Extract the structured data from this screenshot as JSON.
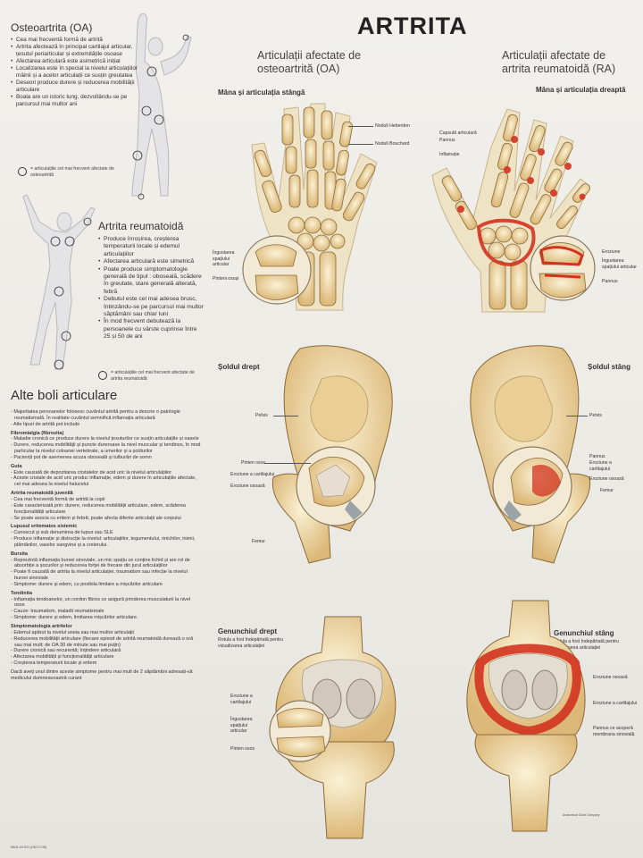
{
  "title": "ARTRITA",
  "oa": {
    "heading": "Osteoartrita (OA)",
    "bullets": [
      "Cea mai frecventă formă de artrită",
      "Artrita afectează în principal cartilajul articular, țesutul periarticular și extremitățile osoase",
      "Afectarea articulară este asimetrică inițial",
      "Localizarea este în special la nivelul articulațiilor mâinii și a acelor articulații ce susțin greutatea",
      "Deseori produce durere și reducerea mobilității articulare",
      "Boala are un istoric lung, dezvoltându-se pe parcursul mai multor ani"
    ],
    "legend": "= articulațiile cel mai frecvent afectate de osteoartrită"
  },
  "ra": {
    "heading": "Artrita reumatoidă",
    "bullets": [
      "Produce înroșirea, creșterea temperaturii locale și edemul articulațiilor",
      "Afectarea articulară este simetrică",
      "Poate produce simptomatologie generală de tipul : oboseală, scădere în greutate, stare generală alterată, febră",
      "Debutul este cel mai adesea brusc, întinzându-se pe parcursul mai multor săptămâni sau chiar luni",
      "În mod frecvent debutează la persoanele cu vârste cuprinse între 25 și 50 de ani"
    ],
    "legend": "= articulațiile cel mai frecvent afectate de artrita reumatoidă"
  },
  "columns": {
    "left": "Articulații afectate de osteoartrită (OA)",
    "right": "Articulații afectate de artrita reumatoidă (RA)"
  },
  "hand_left": {
    "label": "Mâna și articulația stângă",
    "callouts": [
      "Noduli Heberden",
      "Noduli Bouchard",
      "Îngustarea spațiului articular",
      "Pinteni osoși"
    ]
  },
  "hand_right": {
    "label": "Mâna și articulația dreaptă",
    "callouts": [
      "Capsulă articulară",
      "Pannus",
      "Inflamație",
      "Eroziune",
      "Îngustarea spațiului articular",
      "Pannus"
    ]
  },
  "hip_right": {
    "label": "Șoldul drept",
    "callouts": [
      "Pelvis",
      "Pinten osos",
      "Eroziune a cartilajului",
      "Eroziune osoasă",
      "Femur"
    ]
  },
  "hip_left": {
    "label": "Șoldul stâng",
    "callouts": [
      "Pelvis",
      "Pannus",
      "Eroziune a cartilajului",
      "Eroziune osoasă",
      "Femur"
    ]
  },
  "knee_right": {
    "label": "Genunchiul drept",
    "note": "Rotula a fost îndepărtată pentru vizualizarea articulației",
    "callouts": [
      "Eroziune a cartilajului",
      "Îngustarea spațiului articular",
      "Pinten osos"
    ]
  },
  "knee_left": {
    "label": "Genunchiul stâng",
    "note": "Rotula a fost îndepărtată pentru vizualizarea articulației",
    "callouts": [
      "Eroziune osoasă",
      "Eroziune a cartilajului",
      "Pannus ce acoperă membrana sinovială"
    ]
  },
  "other": {
    "heading": "Alte boli articulare",
    "intro": [
      "- Majoritatea persoanelor folosesc cuvântul artrită pentru a descrie o patologie reumatismală. În realitate cuvântul semnifică inflamația articulară",
      "- Alte tipuri de artrită pot include"
    ],
    "sections": [
      {
        "title": "Fibromialgia (fibrozita)",
        "items": [
          "- Maladie cronică ce produce durere la nivelul țesuturilor ce susțin articulațiile și oasele",
          "- Durere, reducerea mobilității și puncte dureroase la nivel muscular și tendinos, în mod particular la nivelul coloanei vertebrale, a umerilor și a șoldurilor",
          "- Pacienții pot de asemenea acuza oboseală și tulburări de somn"
        ]
      },
      {
        "title": "Guta",
        "items": [
          "- Este cauzată de depozitarea cristalelor de acid uric la nivelul articulațiilor",
          "- Aceste cristale de acid uric produc inflamație, edem și durere în articulațiile afectate, cel mai adesea la nivelul halucelui"
        ]
      },
      {
        "title": "Artrita reumatoidă juvenilă",
        "items": [
          "- Cea mai frecventă formă de artrită la copii",
          "- Este caracterizată prin: durere, reducerea mobilității articulare, edem, scăderea funcționalității articulare",
          "- Se poate asocia cu eritem și febră; poate afecta diferite articulații ale corpului"
        ]
      },
      {
        "title": "Lupusul eritematos sistemic",
        "items": [
          "- Cunoscut și sub denumirea de lupus sau SLE",
          "- Produce inflamație și distrucție la nivelul: articulațiilor, tegumentului, rinichilor, inimii, plămânilor, vaselor sangvine și a creierului."
        ]
      },
      {
        "title": "Bursita",
        "items": [
          "- Reprezintă inflamația bursei sinoviale, un mic spațiu ce conține lichid și are rol de absorbție a șocurilor și reducerea forței de frecare din jurul articulațiilor",
          "- Poate fi cauzată de artrita la nivelul articulației, traumatism sau infecție la nivelul bursei sinoviale",
          "- Simptome: durere și edem, cu posibila limitare a mișcărilor articulare"
        ]
      },
      {
        "title": "Tendinita",
        "items": [
          "- Inflamația tendoanelor, un cordon fibros ce asigură prinderea musculaturii la nivel osos",
          "- Cauze: traumatism, maladii reumatismale",
          "- Simptome: durere și edem, limitarea mișcărilor articulare."
        ]
      },
      {
        "title": "Simptomatologia artritelor",
        "items": [
          "- Edemul apărut la nivelul uneia sau mai multor articulații",
          "- Reducerea mobilității articulare (fiecare episod de artrită reumatoidă durează o oră sau mai mult; de OA 30 de minute sau mai puțin)",
          "- Durere cronică sau recurentă; înțindere articulară",
          "- Afectarea mobilității și funcționalității articulare",
          "- Creșterea temperaturii locale și eritem"
        ]
      }
    ],
    "footer": "Dacă aveți unul dintre aceste simptome pentru mai mult de 2 săptămâni adresați-vă medicului dumneavoastră curant"
  },
  "code": "9801-M-RO (06/17/JB)",
  "publisher": "Anatomical Chart Company",
  "colors": {
    "bone": "#f1e0b4",
    "bone_shade": "#d8b36e",
    "inflamed": "#d2331f",
    "outline": "#7a6440"
  }
}
